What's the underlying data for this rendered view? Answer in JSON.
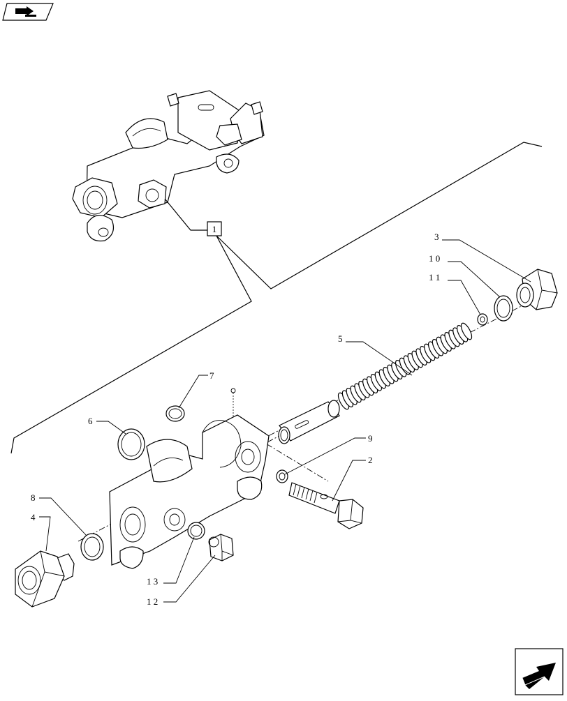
{
  "callouts": [
    {
      "id": "c1",
      "label": "1"
    },
    {
      "id": "c2",
      "label": "2"
    },
    {
      "id": "c3",
      "label": "3"
    },
    {
      "id": "c4",
      "label": "4"
    },
    {
      "id": "c5",
      "label": "5"
    },
    {
      "id": "c6",
      "label": "6"
    },
    {
      "id": "c7",
      "label": "7"
    },
    {
      "id": "c8",
      "label": "8"
    },
    {
      "id": "c9",
      "label": "9"
    },
    {
      "id": "c10",
      "label": "1 0"
    },
    {
      "id": "c11",
      "label": "1 1"
    },
    {
      "id": "c12",
      "label": "1 2"
    },
    {
      "id": "c13",
      "label": "1 3"
    }
  ],
  "icons": {
    "top_left": "book-arrow-icon",
    "bottom_right": "next-page-arrow-icon"
  }
}
